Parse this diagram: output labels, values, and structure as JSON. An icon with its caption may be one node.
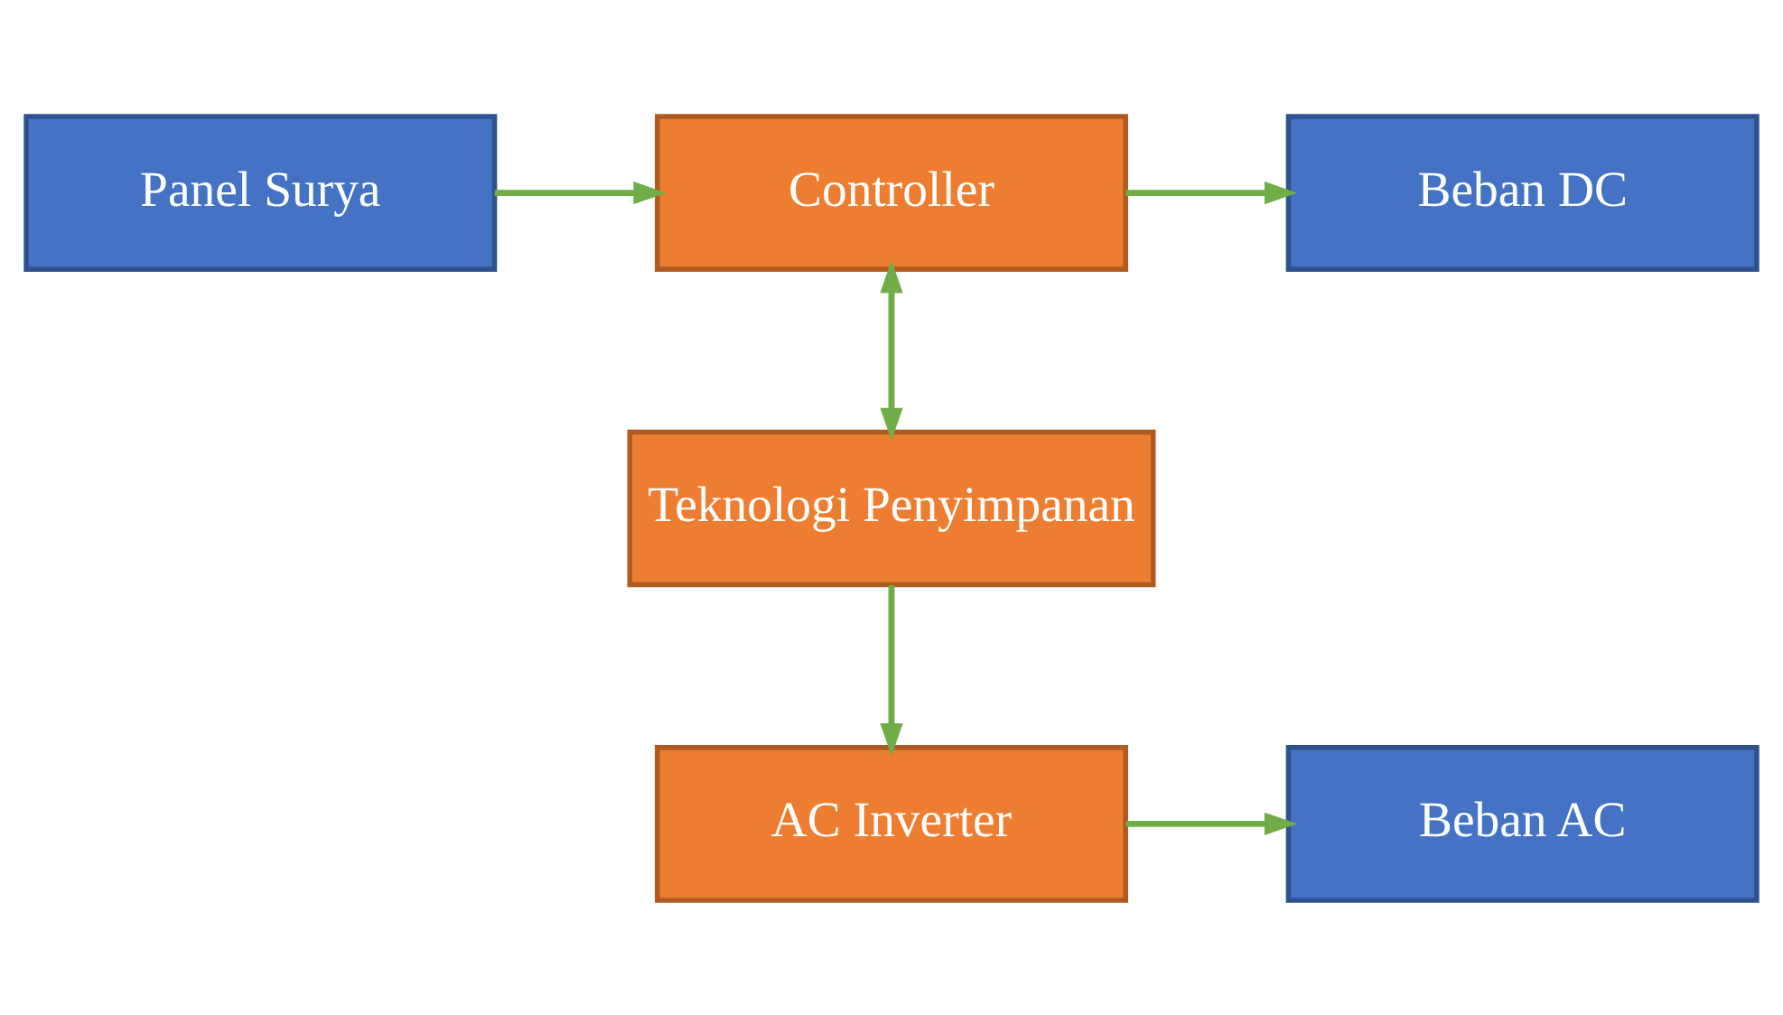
{
  "diagram": {
    "nodes": [
      {
        "text": [
          "Panel Surya"
        ]
      },
      {
        "text": [
          "Controller"
        ]
      },
      {
        "text": [
          "Beban DC"
        ]
      },
      {
        "text": [
          "Teknologi Penyimpanan"
        ]
      },
      {
        "text": [
          "AC Inverter"
        ]
      },
      {
        "text": [
          "Beban AC"
        ]
      }
    ],
    "edges": [
      {
        "from": 0,
        "to": 1,
        "arrow": "to"
      },
      {
        "from": 1,
        "to": 2,
        "arrow": "to"
      },
      {
        "from": 1,
        "to": 3,
        "arrow": "both"
      },
      {
        "from": 3,
        "to": 4,
        "arrow": "to"
      },
      {
        "from": 4,
        "to": 5,
        "arrow": "to"
      }
    ]
  }
}
